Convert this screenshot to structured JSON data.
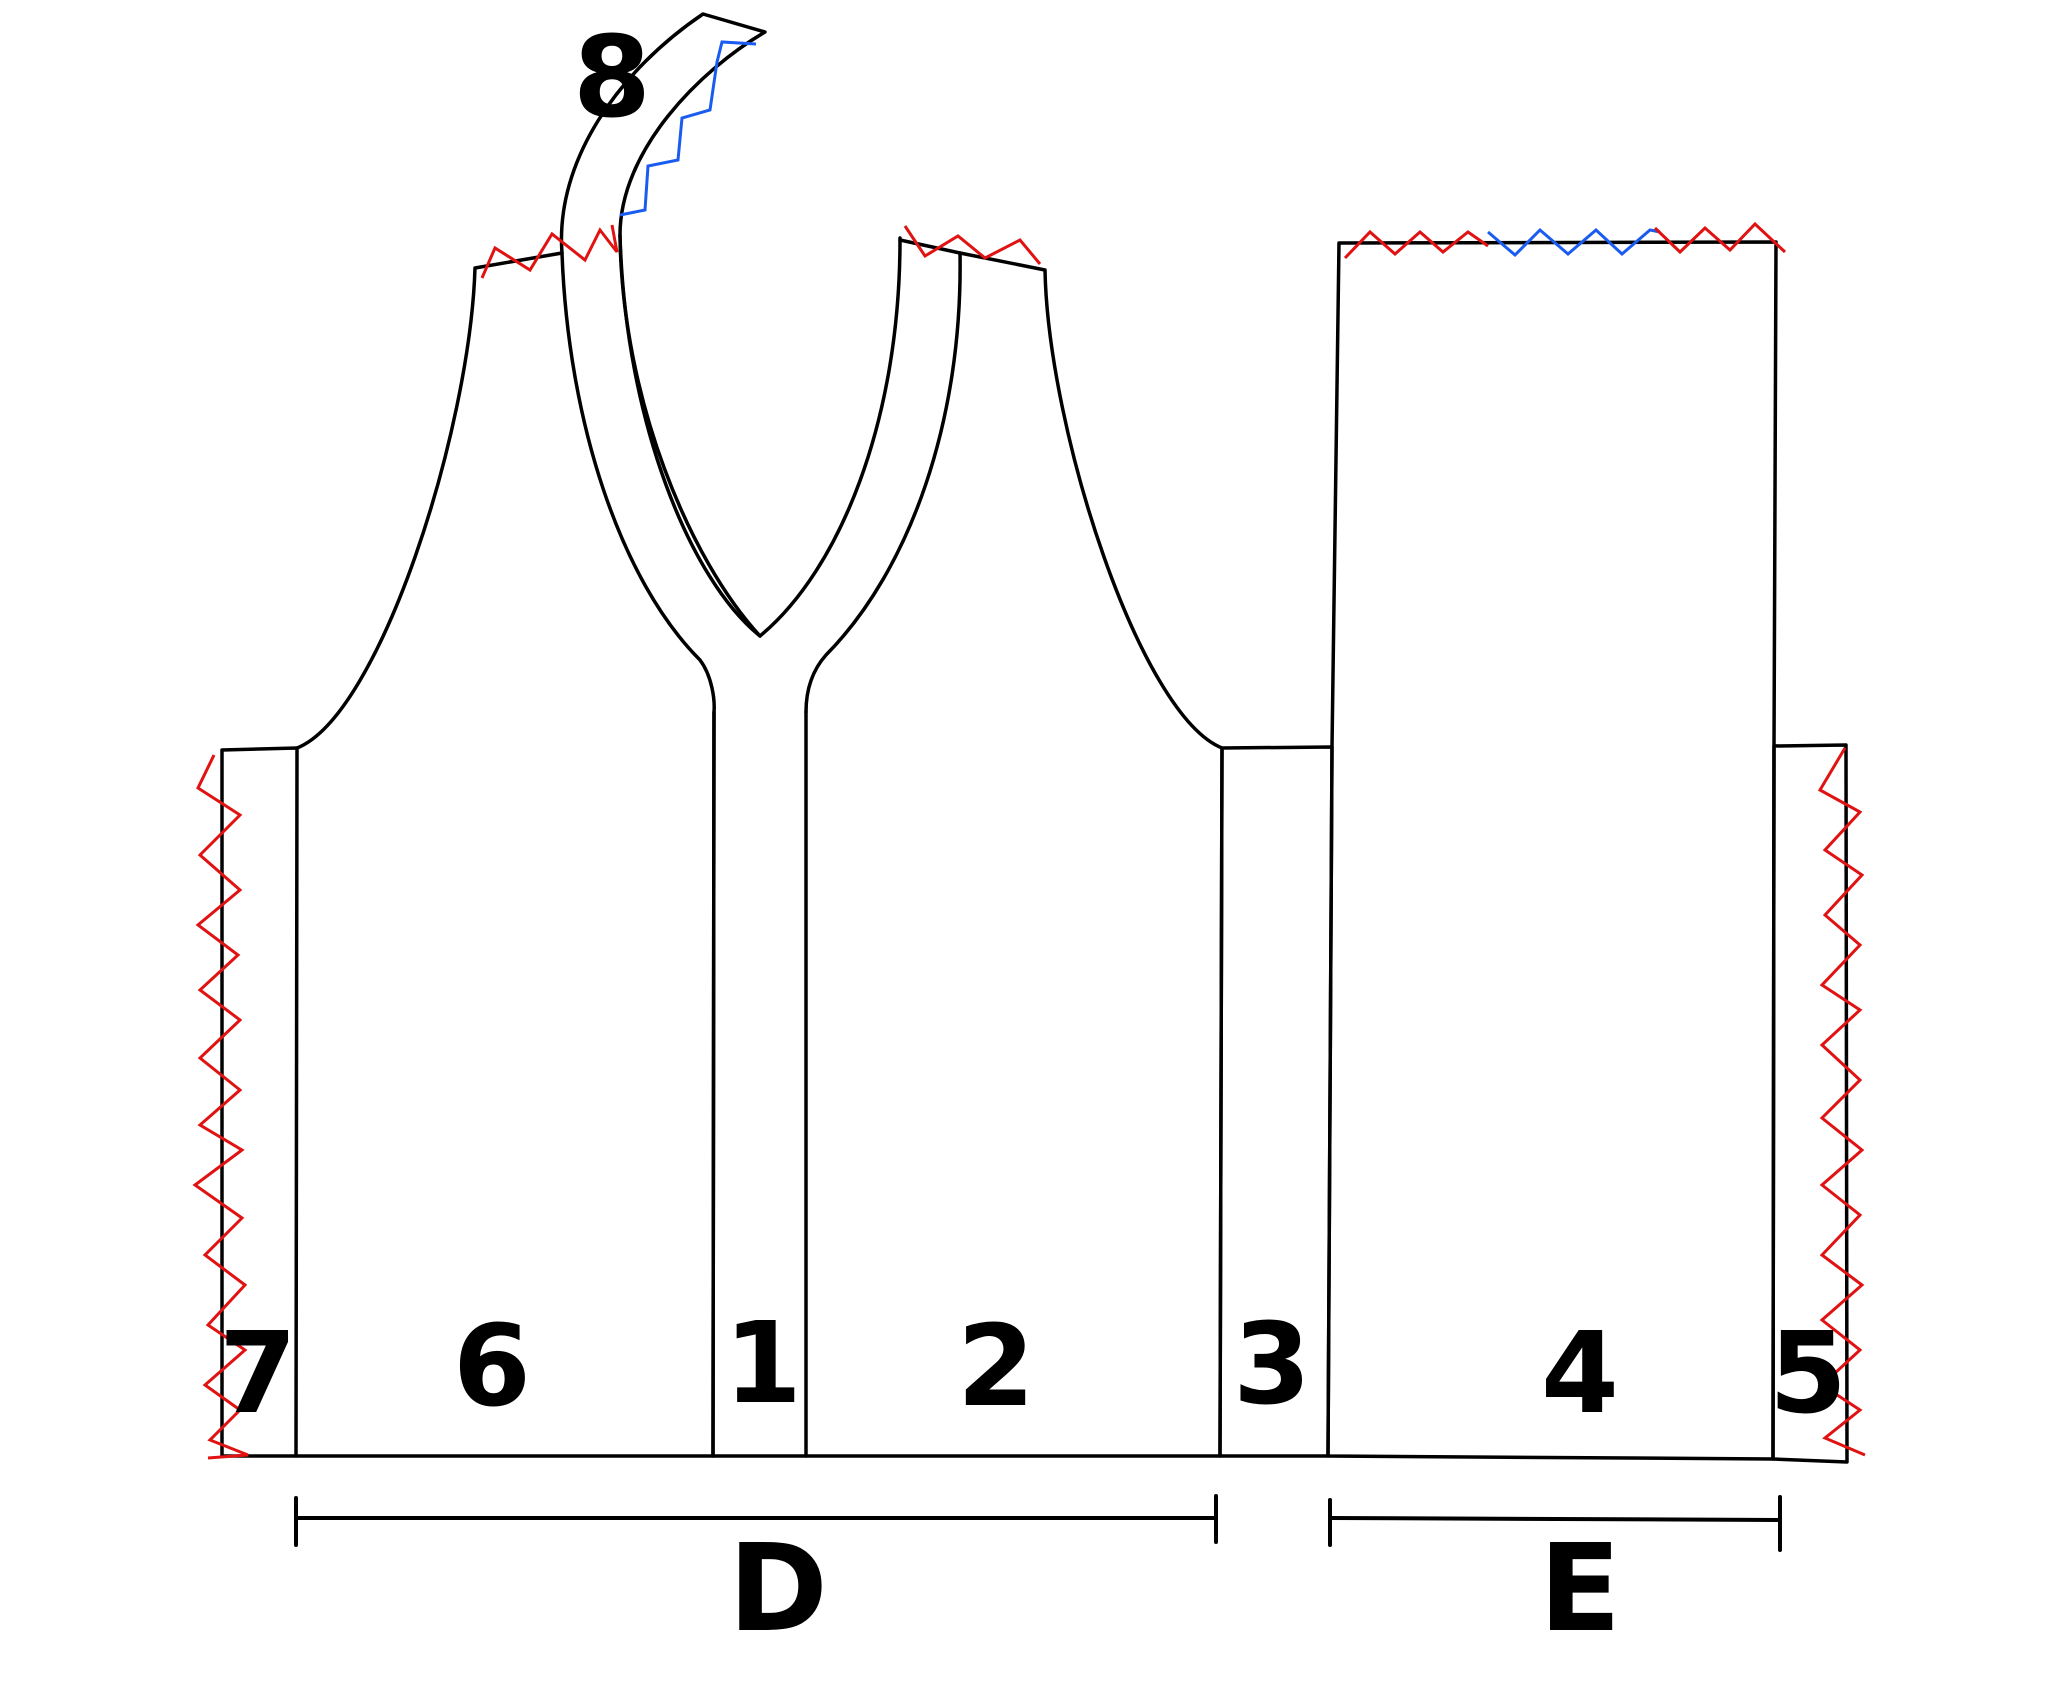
{
  "diagram": {
    "pieces": [
      {
        "id": "7",
        "label": "7"
      },
      {
        "id": "6",
        "label": "6"
      },
      {
        "id": "1",
        "label": "1"
      },
      {
        "id": "2",
        "label": "2"
      },
      {
        "id": "3",
        "label": "3"
      },
      {
        "id": "4",
        "label": "4"
      },
      {
        "id": "5",
        "label": "5"
      },
      {
        "id": "8",
        "label": "8"
      }
    ],
    "dimensions": [
      {
        "id": "D",
        "label": "D"
      },
      {
        "id": "E",
        "label": "E"
      }
    ],
    "colors": {
      "outline": "#000000",
      "seam_primary": "#e01212",
      "seam_secondary": "#1a5cf0"
    }
  }
}
